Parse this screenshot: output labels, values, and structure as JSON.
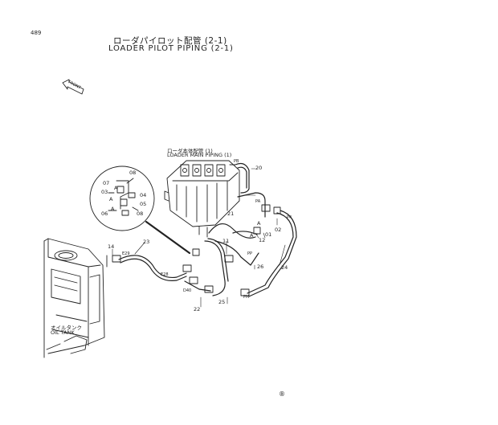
{
  "page": {
    "number": "489",
    "title_jp": "ローダパイロット配管 (2-1)",
    "title_en": "LOADER PILOT PIPING (2-1)",
    "front_arrow": "FRONT",
    "registered_mark": "®"
  },
  "labels": {
    "main_piping_jp": "ローダ本体配管 (1)",
    "main_piping_en": "LOADER MAIN PIPING (1)",
    "oil_tank_jp": "オイルタンク",
    "oil_tank_en": "OIL TANK"
  },
  "detail_parts": [
    "07",
    "08",
    "03",
    "04",
    "05",
    "06",
    "08",
    "A",
    "A",
    "A"
  ],
  "parts": {
    "p20": "20",
    "p21": "21",
    "p23": "23",
    "p24": "24",
    "p25": "25",
    "p26": "26",
    "p22": "22",
    "p14": "14",
    "p11": "11",
    "p12": "12",
    "p01": "01",
    "p02": "02",
    "a1": "A",
    "a2": "A"
  },
  "hose_tags": {
    "e29": "E29",
    "e28": "E28",
    "d40": "D40",
    "pm": "PM",
    "p4": "P4",
    "pb": "PB",
    "pa": "PA",
    "pp": "PP"
  }
}
